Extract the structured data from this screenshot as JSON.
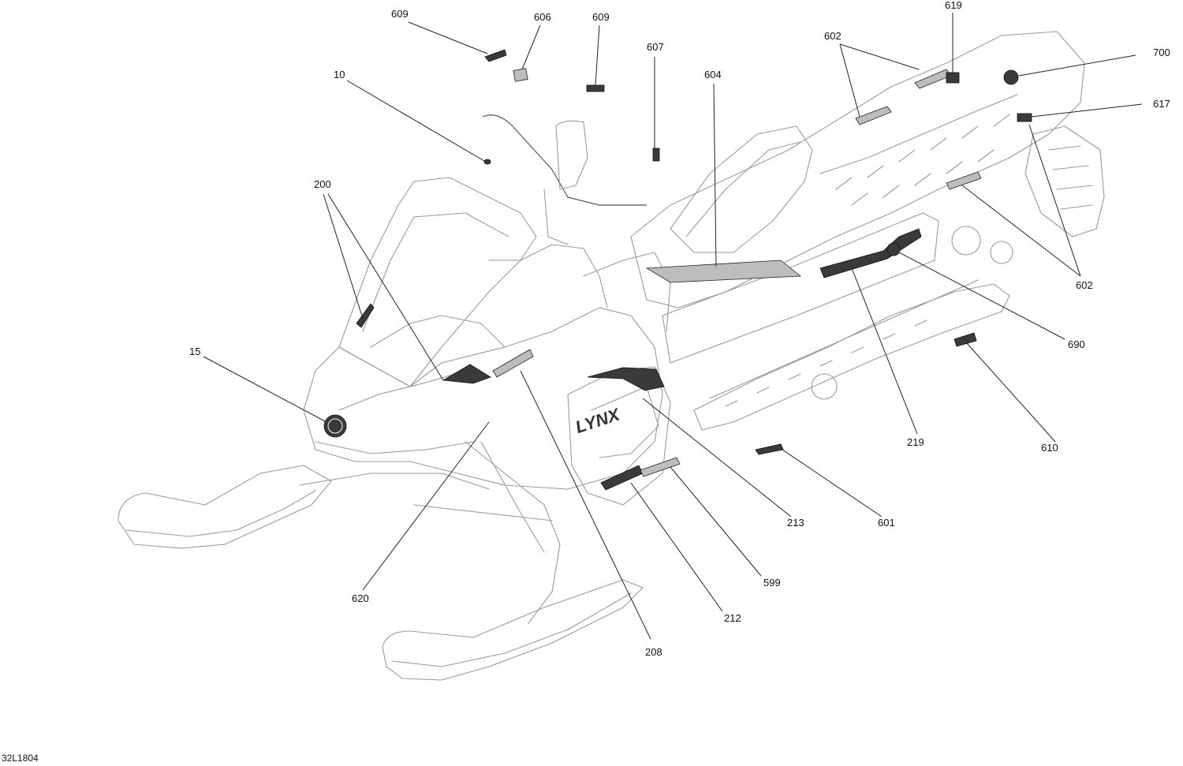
{
  "drawing_code": "32L1804",
  "callouts": [
    {
      "id": "c609a",
      "label": "609"
    },
    {
      "id": "c606",
      "label": "606"
    },
    {
      "id": "c609b",
      "label": "609"
    },
    {
      "id": "c607",
      "label": "607"
    },
    {
      "id": "c604",
      "label": "604"
    },
    {
      "id": "c602a",
      "label": "602"
    },
    {
      "id": "c619",
      "label": "619"
    },
    {
      "id": "c700",
      "label": "700"
    },
    {
      "id": "c617",
      "label": "617"
    },
    {
      "id": "c10",
      "label": "10"
    },
    {
      "id": "c200",
      "label": "200"
    },
    {
      "id": "c602b",
      "label": "602"
    },
    {
      "id": "c690",
      "label": "690"
    },
    {
      "id": "c15",
      "label": "15"
    },
    {
      "id": "c219",
      "label": "219"
    },
    {
      "id": "c610",
      "label": "610"
    },
    {
      "id": "c213",
      "label": "213"
    },
    {
      "id": "c601",
      "label": "601"
    },
    {
      "id": "c620",
      "label": "620"
    },
    {
      "id": "c599",
      "label": "599"
    },
    {
      "id": "c212",
      "label": "212"
    },
    {
      "id": "c208",
      "label": "208"
    }
  ],
  "decal_text": {
    "hood_brand": "LYNX"
  }
}
